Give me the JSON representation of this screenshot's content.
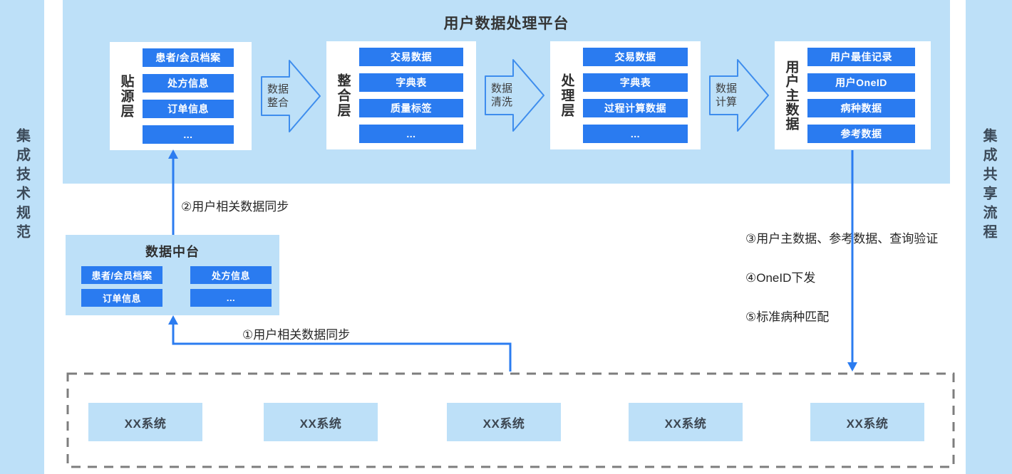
{
  "colors": {
    "light_blue": "#BDE0F8",
    "item_blue": "#2A7BF0",
    "connector_blue": "#2B7CF0",
    "chevron_outline": "#3E8DED",
    "dashed_border_gray": "#7D7D7D",
    "dark_text": "#2F2F2F"
  },
  "side_left": {
    "label": "集成技术规范"
  },
  "side_right": {
    "label": "集成共享流程"
  },
  "platform": {
    "title": "用户数据处理平台",
    "layers": [
      {
        "label": "贴源层",
        "items": [
          "患者/会员档案",
          "处方信息",
          "订单信息",
          "..."
        ]
      },
      {
        "label": "整合层",
        "items": [
          "交易数据",
          "字典表",
          "质量标签",
          "..."
        ]
      },
      {
        "label": "处理层",
        "items": [
          "交易数据",
          "字典表",
          "过程计算数据",
          "..."
        ]
      },
      {
        "label": "用户主数据",
        "items": [
          "用户最佳记录",
          "用户OneID",
          "病种数据",
          "参考数据"
        ]
      }
    ],
    "arrows": [
      "数据整合",
      "数据清洗",
      "数据计算"
    ]
  },
  "middle_platform": {
    "title": "数据中台",
    "items": [
      "患者/会员档案",
      "处方信息",
      "订单信息",
      "..."
    ]
  },
  "flow_labels": {
    "step1": "①用户相关数据同步",
    "step2": "②用户相关数据同步",
    "step3": "③用户主数据、参考数据、查询验证",
    "step4": "④OneID下发",
    "step5": "⑤标准病种匹配"
  },
  "systems": [
    "XX系统",
    "XX系统",
    "XX系统",
    "XX系统",
    "XX系统"
  ]
}
